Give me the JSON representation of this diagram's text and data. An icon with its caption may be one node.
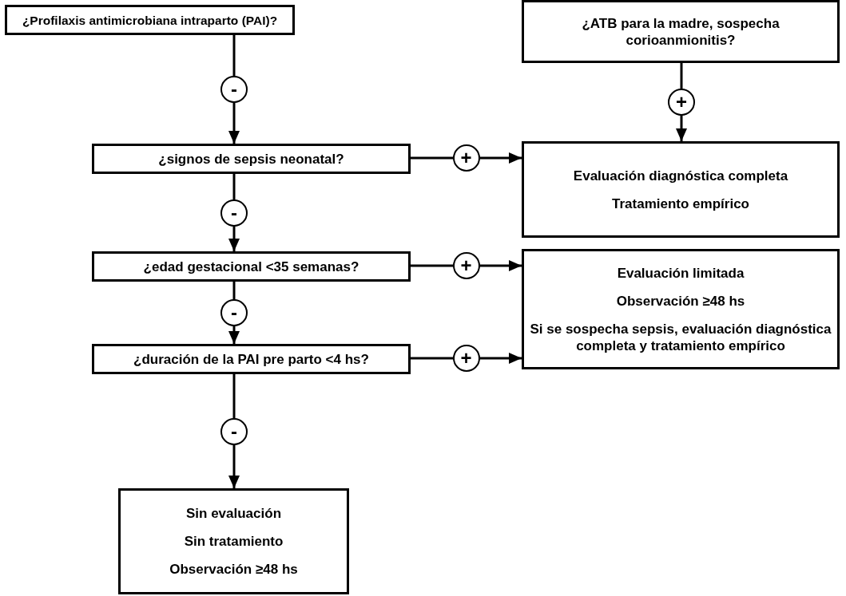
{
  "diagram": {
    "nodes": [
      {
        "text": [
          "¿Profilaxis antimicrobiana intraparto (PAI)?"
        ]
      },
      {
        "text": [
          "¿ATB para la madre, sospecha corioanmionitis?"
        ]
      },
      {
        "text": [
          "¿signos de sepsis neonatal?"
        ]
      },
      {
        "text": [
          "Evaluación diagnóstica completa",
          "Tratamiento empírico"
        ]
      },
      {
        "text": [
          "¿edad gestacional <35 semanas?"
        ]
      },
      {
        "text": [
          "Evaluación limitada",
          "Observación ≥48 hs",
          "Si se sospecha sepsis, evaluación diagnóstica completa y tratamiento empírico"
        ]
      },
      {
        "text": [
          "¿duración de la PAI pre parto <4 hs?"
        ]
      },
      {
        "text": [
          "Sin evaluación",
          "Sin tratamiento",
          "Observación ≥48 hs"
        ]
      }
    ],
    "edges": [
      {
        "from": 0,
        "to": 2,
        "arrow": "to",
        "label": "-"
      },
      {
        "from": 1,
        "to": 3,
        "arrow": "to",
        "label": "+"
      },
      {
        "from": 2,
        "to": 3,
        "arrow": "to",
        "label": "+"
      },
      {
        "from": 2,
        "to": 4,
        "arrow": "to",
        "label": "-"
      },
      {
        "from": 4,
        "to": 5,
        "arrow": "to",
        "label": "+"
      },
      {
        "from": 4,
        "to": 6,
        "arrow": "to",
        "label": "-"
      },
      {
        "from": 6,
        "to": 7,
        "arrow": "to",
        "label": "-"
      },
      {
        "from": 6,
        "to": 5,
        "arrow": "to",
        "label": "+"
      }
    ]
  }
}
